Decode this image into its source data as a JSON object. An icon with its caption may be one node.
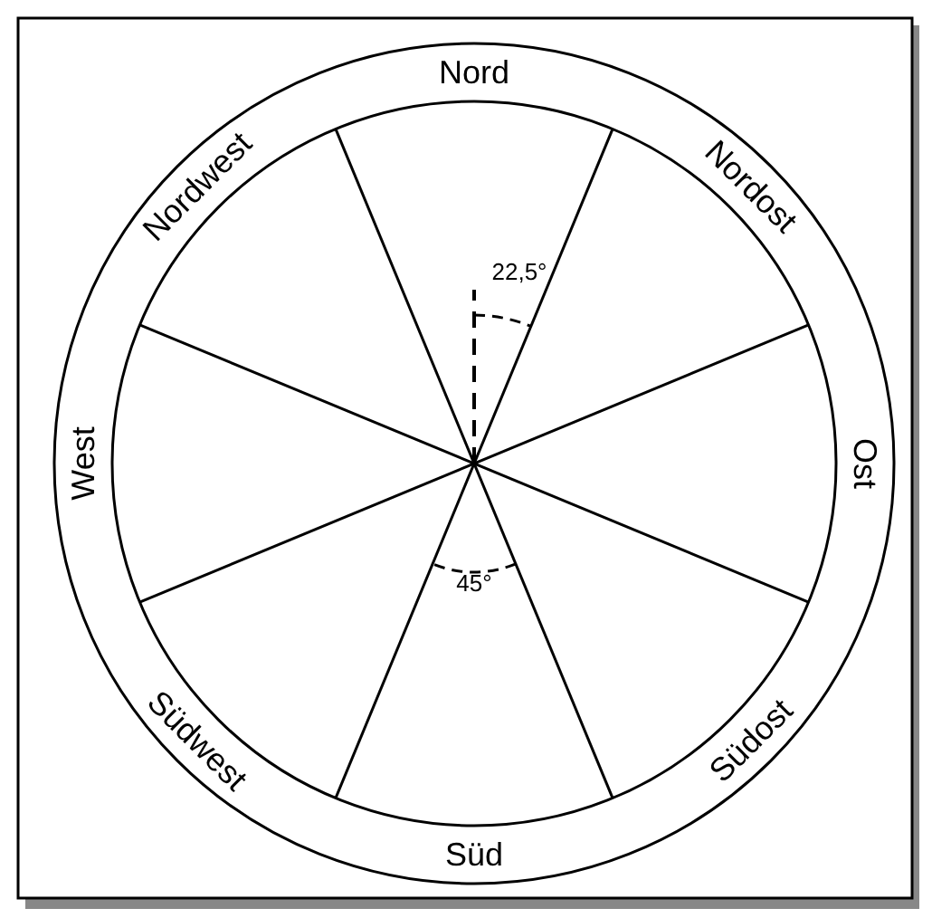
{
  "diagram": {
    "labels": [
      "Nord",
      "Nordost",
      "Ost",
      "Südost",
      "Süd",
      "Südwest",
      "West",
      "Nordwest",
      "22,5°",
      "45°"
    ]
  }
}
